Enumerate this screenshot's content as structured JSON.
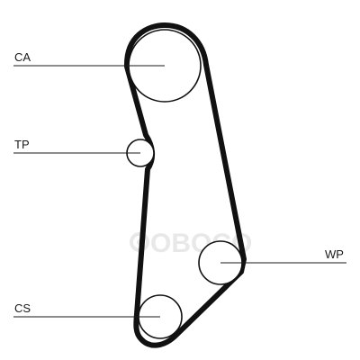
{
  "labels": {
    "ca": "CA",
    "tp": "TP",
    "wp": "WP",
    "cs": "CS"
  },
  "watermark": {
    "text": "OBOCO"
  },
  "colors": {
    "belt": "#111111",
    "line": "#1a1a1a",
    "watermark": "#e8e8e8"
  }
}
